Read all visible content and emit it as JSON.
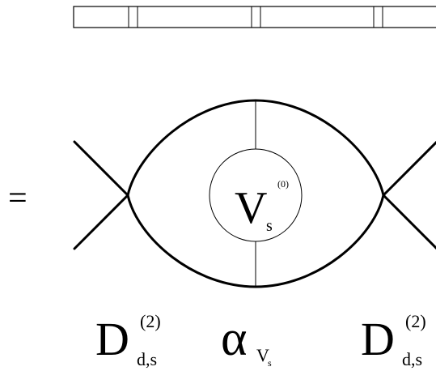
{
  "equals_sign": "=",
  "center_vertex": {
    "main": "V",
    "subscript": "s",
    "superscript": "(0)"
  },
  "left_label": {
    "main": "D",
    "subscript": "d,s",
    "superscript": "(2)"
  },
  "middle_label": {
    "main": "α",
    "subscript": "V",
    "sub_subscript": "s"
  },
  "right_label": {
    "main": "D",
    "subscript": "d,s",
    "superscript": "(2)"
  }
}
